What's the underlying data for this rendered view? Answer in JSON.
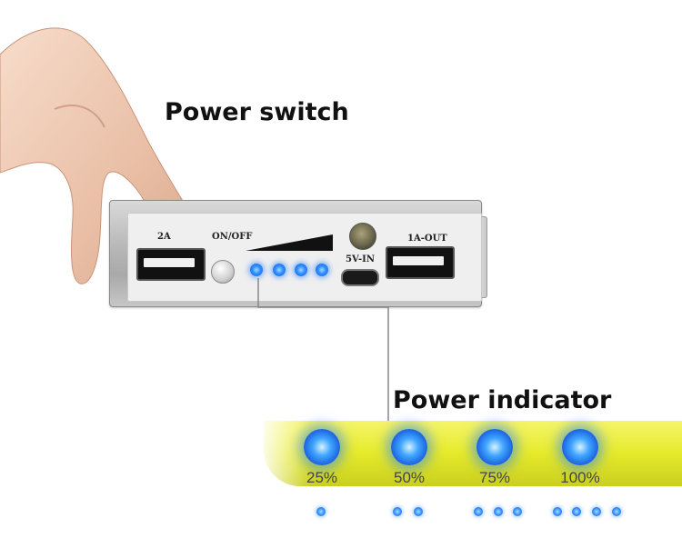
{
  "headings": {
    "power_switch": "Power switch",
    "power_indicator": "Power indicator"
  },
  "device": {
    "port_left_label": "2A",
    "switch_label": "ON/OFF",
    "input_label": "5V-IN",
    "port_right_label": "1A-OUT",
    "led_count": 4
  },
  "indicator_levels": [
    {
      "percent": "25%",
      "leds_lit": 1
    },
    {
      "percent": "50%",
      "leds_lit": 2
    },
    {
      "percent": "75%",
      "leds_lit": 3
    },
    {
      "percent": "100%",
      "leds_lit": 4
    }
  ],
  "colors": {
    "led_blue": "#2d8cff",
    "band_yellow": "#e6ea2a"
  },
  "icons": [
    "usb-port-icon",
    "power-button-icon",
    "battery-level-icon",
    "flashlight-icon",
    "micro-usb-port-icon",
    "led-icon"
  ]
}
